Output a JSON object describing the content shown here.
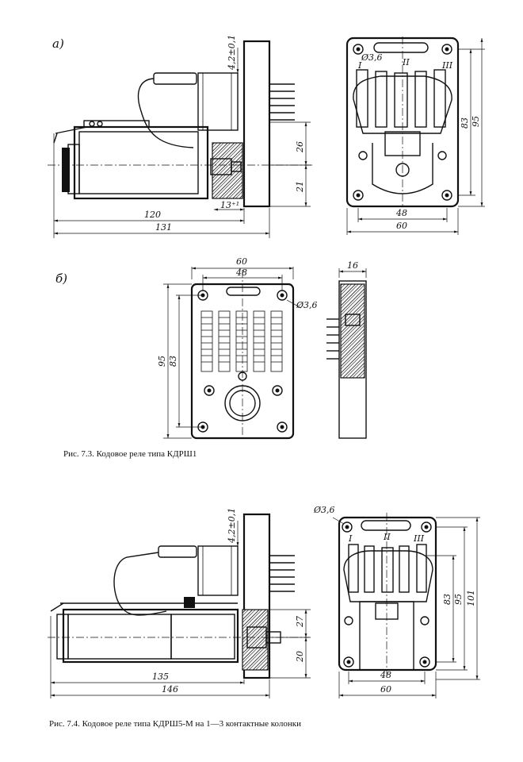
{
  "figure_7_3": {
    "label_a": "а)",
    "label_b": "б)",
    "caption": "Рис. 7.3. Кодовое реле типа КДРШ1",
    "side_view": {
      "dim_gap": "4,2±0,1",
      "dim_26": "26",
      "dim_21": "21",
      "dim_13": "13⁺¹",
      "dim_120": "120",
      "dim_131": "131"
    },
    "front_view": {
      "hole": "Ø3,6",
      "col_1": "I",
      "col_2": "II",
      "col_3": "III",
      "dim_83": "83",
      "dim_95": "95",
      "dim_48": "48",
      "dim_60": "60"
    },
    "rear_view": {
      "dim_60": "60",
      "dim_48": "48",
      "hole": "Ø3,6",
      "dim_95": "95",
      "dim_83": "83"
    },
    "edge_view": {
      "dim_16": "16"
    }
  },
  "figure_7_4": {
    "caption": "Рис. 7.4. Кодовое  реле типа КДРШ5-М на 1—3 контактные колонки",
    "side_view": {
      "dim_gap": "4,2±0,1",
      "dim_27": "27",
      "dim_20": "20",
      "dim_135": "135",
      "dim_146": "146"
    },
    "front_view": {
      "hole": "Ø3,6",
      "col_1": "I",
      "col_2": "II",
      "col_3": "III",
      "dim_83": "83",
      "dim_95": "95",
      "dim_101": "101",
      "dim_48": "48",
      "dim_60": "60"
    }
  }
}
